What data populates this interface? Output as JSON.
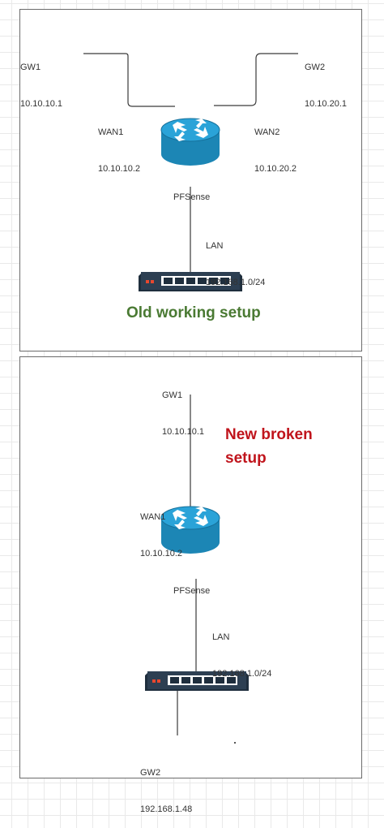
{
  "diagram_old": {
    "gw1": {
      "name": "GW1",
      "ip": "10.10.10.1"
    },
    "gw2": {
      "name": "GW2",
      "ip": "10.10.20.1"
    },
    "wan1": {
      "name": "WAN1",
      "ip": "10.10.10.2"
    },
    "wan2": {
      "name": "WAN2",
      "ip": "10.10.20.2"
    },
    "router_label": "PFSense",
    "lan": {
      "name": "LAN",
      "subnet": "192.168.1.0/24"
    },
    "title": "Old working setup",
    "title_color": "#4a7a33"
  },
  "diagram_new": {
    "gw1": {
      "name": "GW1",
      "ip": "10.10.10.1"
    },
    "wan1": {
      "name": "WAN1",
      "ip": "10.10.10.2"
    },
    "router_label": "PFSense",
    "lan": {
      "name": "LAN",
      "subnet": "192.168.1.0/24"
    },
    "gw2": {
      "name": "GW2",
      "ip": "192.168.1.48"
    },
    "title_line1": "New broken",
    "title_line2": "setup",
    "title_color": "#c0141c"
  },
  "colors": {
    "router": "#1c86b5",
    "switch": "#2d3f52",
    "switch_led": "#e8482e",
    "frame": "#6b6b6b",
    "grid": "#e9e9e9"
  },
  "icons": {
    "router": "router-icon",
    "switch": "switch-icon"
  }
}
